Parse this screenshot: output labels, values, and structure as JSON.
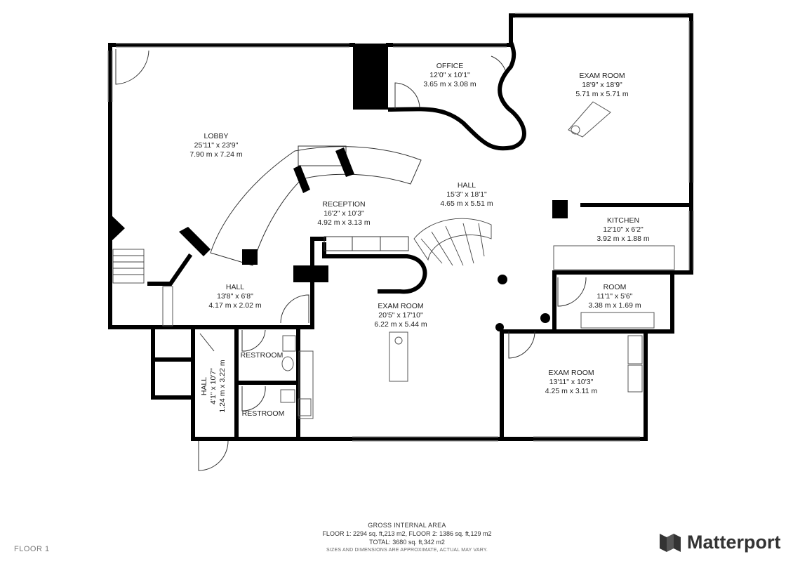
{
  "rooms": {
    "lobby": [
      "LOBBY",
      "25'11\" x 23'9\"",
      "7.90 m x 7.24 m"
    ],
    "office": [
      "OFFICE",
      "12'0\" x 10'1\"",
      "3.65 m x 3.08 m"
    ],
    "exam1": [
      "EXAM ROOM",
      "18'9\" x 18'9\"",
      "5.71 m x 5.71 m"
    ],
    "hall_center": [
      "HALL",
      "15'3\" x 18'1\"",
      "4.65 m x 5.51 m"
    ],
    "reception": [
      "RECEPTION",
      "16'2\" x 10'3\"",
      "4.92 m x 3.13 m"
    ],
    "kitchen": [
      "KITCHEN",
      "12'10\" x 6'2\"",
      "3.92 m x 1.88 m"
    ],
    "room": [
      "ROOM",
      "11'1\" x 5'6\"",
      "3.38 m x 1.69 m"
    ],
    "hall_left": [
      "HALL",
      "13'8\" x 6'8\"",
      "4.17 m x 2.02 m"
    ],
    "exam2": [
      "EXAM ROOM",
      "20'5\" x 17'10\"",
      "6.22 m x 5.44 m"
    ],
    "exam3": [
      "EXAM ROOM",
      "13'11\" x 10'3\"",
      "4.25 m x 3.11 m"
    ],
    "restroom1": [
      "RESTROOM"
    ],
    "restroom2": [
      "RESTROOM"
    ],
    "hall_vertical": [
      "HALL",
      "4'1\" x 10'7\"",
      "1.24 m x 3.22 m"
    ]
  },
  "footer": {
    "area_title": "GROSS INTERNAL AREA",
    "area_floors": "FLOOR 1: 2294 sq. ft,213 m2, FLOOR 2: 1386 sq. ft,129 m2",
    "area_total": "TOTAL: 3680 sq. ft,342 m2",
    "area_note": "SIZES AND DIMENSIONS ARE APPROXIMATE, ACTUAL MAY VARY.",
    "floor_label": "FLOOR 1",
    "brand": "Matterport"
  },
  "colors": {
    "wall": "#000000",
    "window": "#9a9a9a",
    "fixture": "#555555"
  }
}
